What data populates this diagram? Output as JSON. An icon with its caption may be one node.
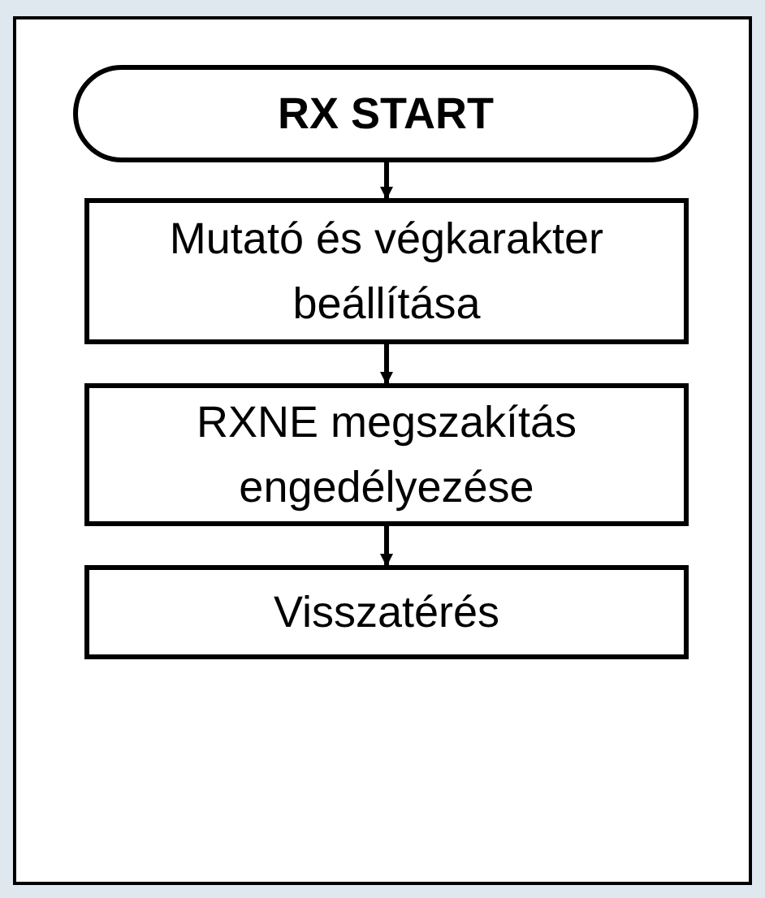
{
  "diagram": {
    "nodes": [
      {
        "text": [
          "RX START"
        ]
      },
      {
        "text": [
          "Mutató és végkarakter beállítása"
        ]
      },
      {
        "text": [
          "RXNE megszakítás engedélyezése"
        ]
      },
      {
        "text": [
          "Visszatérés"
        ]
      }
    ],
    "edges": [
      {
        "from": 0,
        "to": 1,
        "arrow": "to"
      },
      {
        "from": 1,
        "to": 2,
        "arrow": "to"
      },
      {
        "from": 2,
        "to": 3,
        "arrow": "to"
      }
    ]
  }
}
